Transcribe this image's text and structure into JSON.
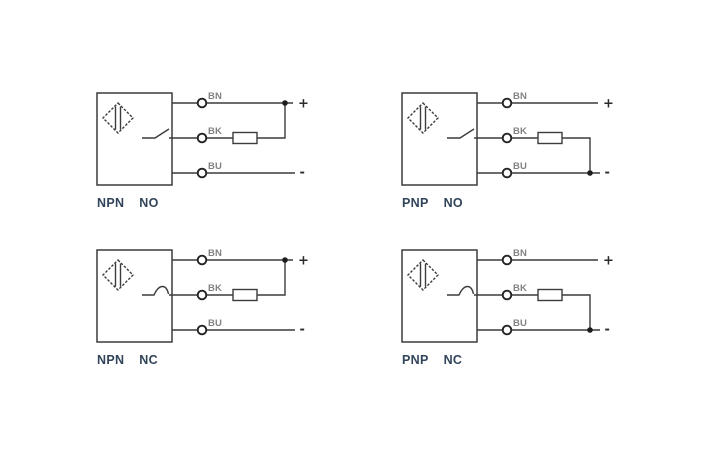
{
  "colors": {
    "wire-color": "#3c3c3c",
    "label-color": "#828282",
    "title-color": "#31445a",
    "bg-color": "#ffffff"
  },
  "diagrams": [
    {
      "id": "npn-no",
      "title": {
        "left": "NPN",
        "right": "NO"
      },
      "labels": {
        "bn": "BN",
        "bk": "BK",
        "bu": "BU"
      },
      "terminals": {
        "positive": "+",
        "negative": "-"
      }
    },
    {
      "id": "pnp-no",
      "title": {
        "left": "PNP",
        "right": "NO"
      },
      "labels": {
        "bn": "BN",
        "bk": "BK",
        "bu": "BU"
      },
      "terminals": {
        "positive": "+",
        "negative": "-"
      }
    },
    {
      "id": "npn-nc",
      "title": {
        "left": "NPN",
        "right": "NC"
      },
      "labels": {
        "bn": "BN",
        "bk": "BK",
        "bu": "BU"
      },
      "terminals": {
        "positive": "+",
        "negative": "-"
      }
    },
    {
      "id": "pnp-nc",
      "title": {
        "left": "PNP",
        "right": "NC"
      },
      "labels": {
        "bn": "BN",
        "bk": "BK",
        "bu": "BU"
      },
      "terminals": {
        "positive": "+",
        "negative": "-"
      }
    }
  ]
}
